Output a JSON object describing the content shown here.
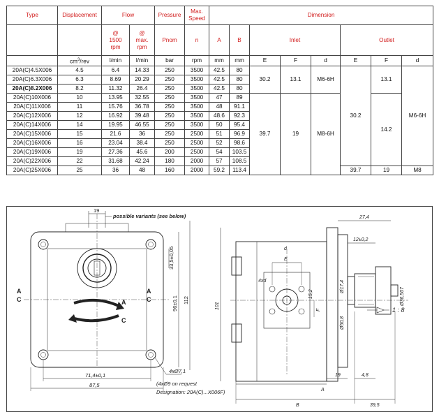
{
  "headers": {
    "type": "Type",
    "displacement": "Displacement",
    "flow": "Flow",
    "pressure": "Pressure",
    "max_speed_l1": "Max.",
    "max_speed_l2": "Speed",
    "dimension": "Dimension",
    "flow_1500_l1": "@",
    "flow_1500_l2": "1500",
    "flow_1500_l3": "rpm",
    "flow_max_l1": "@",
    "flow_max_l2": "max.",
    "flow_max_l3": "rpm",
    "pnom": "Pnom",
    "n": "n",
    "a": "A",
    "b": "B",
    "inlet": "Inlet",
    "outlet": "Outlet"
  },
  "units": {
    "displacement_base": "cm",
    "displacement_sup": "3",
    "displacement_tail": "/rev",
    "flow_1500": "l/min",
    "flow_max": "l/min",
    "pressure": "bar",
    "speed": "rpm",
    "a": "mm",
    "b": "mm",
    "inlet_e": "E",
    "inlet_f": "F",
    "inlet_d": "d",
    "outlet_e": "E",
    "outlet_f": "F",
    "outlet_d": "d"
  },
  "rows": [
    {
      "type": "20A(C)4.5X006",
      "disp": "4.5",
      "q1500": "6.4",
      "qmax": "14.33",
      "p": "250",
      "n": "3500",
      "a": "42.5",
      "b": "80"
    },
    {
      "type": "20A(C)6.3X006",
      "disp": "6.3",
      "q1500": "8.69",
      "qmax": "20.29",
      "p": "250",
      "n": "3500",
      "a": "42.5",
      "b": "80"
    },
    {
      "type": "20A(C)8.2X006",
      "disp": "8.2",
      "q1500": "11.32",
      "qmax": "26.4",
      "p": "250",
      "n": "3500",
      "a": "42.5",
      "b": "80"
    },
    {
      "type": "20A(C)10X006",
      "disp": "10",
      "q1500": "13.95",
      "qmax": "32.55",
      "p": "250",
      "n": "3500",
      "a": "47",
      "b": "89"
    },
    {
      "type": "20A(C)11X006",
      "disp": "11",
      "q1500": "15.76",
      "qmax": "36.78",
      "p": "250",
      "n": "3500",
      "a": "48",
      "b": "91.1"
    },
    {
      "type": "20A(C)12X006",
      "disp": "12",
      "q1500": "16.92",
      "qmax": "39.48",
      "p": "250",
      "n": "3500",
      "a": "48.6",
      "b": "92.3"
    },
    {
      "type": "20A(C)14X006",
      "disp": "14",
      "q1500": "19.95",
      "qmax": "46.55",
      "p": "250",
      "n": "3500",
      "a": "50",
      "b": "95.4"
    },
    {
      "type": "20A(C)15X006",
      "disp": "15",
      "q1500": "21.6",
      "qmax": "36",
      "p": "250",
      "n": "2500",
      "a": "51",
      "b": "96.9"
    },
    {
      "type": "20A(C)16X006",
      "disp": "16",
      "q1500": "23.04",
      "qmax": "38.4",
      "p": "250",
      "n": "2500",
      "a": "52",
      "b": "98.6"
    },
    {
      "type": "20A(C)19X006",
      "disp": "19",
      "q1500": "27.36",
      "qmax": "45.6",
      "p": "200",
      "n": "2500",
      "a": "54",
      "b": "103.5"
    },
    {
      "type": "20A(C)22X006",
      "disp": "22",
      "q1500": "31.68",
      "qmax": "42.24",
      "p": "180",
      "n": "2000",
      "a": "57",
      "b": "108.5"
    },
    {
      "type": "20A(C)25X006",
      "disp": "25",
      "q1500": "36",
      "qmax": "48",
      "p": "160",
      "n": "2000",
      "a": "59.2",
      "b": "113.4"
    }
  ],
  "groups": {
    "inlet_small": {
      "e": "30.2",
      "f": "13.1",
      "d": "M6-6H"
    },
    "inlet_large": {
      "e": "39.7",
      "f": "19",
      "d": "M8-6H"
    },
    "outlet_small": {
      "f": "13.1"
    },
    "outlet_mid": {
      "e": "30.2",
      "f": "14.2",
      "d": "M6-6H"
    },
    "outlet_large": {
      "e": "39.7",
      "f": "19",
      "d": "M8"
    }
  },
  "drawing": {
    "dim_19": "19",
    "possible_variants": "possible variants (see below)",
    "dim_33_5": "33,5±0,05",
    "dim_96": "96±0,1",
    "dim_112": "112",
    "dim_71_4": "71,4±0,1",
    "dim_87_5": "87,5",
    "dim_4x7": "4xØ7,1",
    "note_4x9": "(4xØ9 on request",
    "designation": "Designation: 20A(C)...X006F)",
    "label_a": "A",
    "label_c": "C",
    "arrow_a": "A",
    "arrow_c": "C",
    "dim_27_4": "27,4",
    "dim_12": "12±0,2",
    "dim_d": "d",
    "dim_e": "E",
    "dim_f": "F",
    "dim_4xd": "4xd",
    "dim_d17": "Ø17,4",
    "dim_d36": "Ø36,507",
    "dim_d50": "Ø50,8",
    "dim_101": "101",
    "dim_15_2": "15,2",
    "taper": "1 : 8",
    "dim_19b": "19",
    "dim_4_8": "4,8",
    "dim_a": "A",
    "dim_b": "B",
    "dim_39_5": "39,5"
  }
}
